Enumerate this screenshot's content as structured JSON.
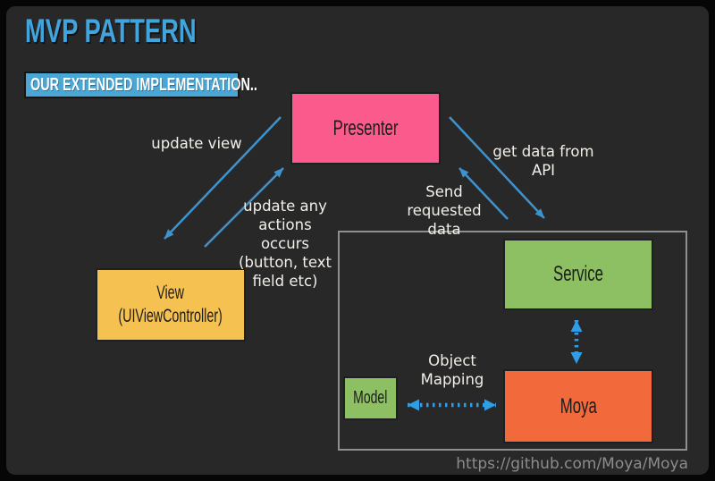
{
  "slide": {
    "title": "MVP PATTERN",
    "subtitle": "OUR EXTENDED IMPLEMENTATION..",
    "footer_url": "https://github.com/Moya/Moya"
  },
  "nodes": {
    "presenter": {
      "label": "Presenter"
    },
    "view": {
      "label": "View\n(UIViewController)"
    },
    "service": {
      "label": "Service"
    },
    "model": {
      "label": "Model"
    },
    "moya": {
      "label": "Moya"
    }
  },
  "edges": {
    "update_view": {
      "label": "update view"
    },
    "update_actions": {
      "label": "update any\nactions occurs\n(button, text\nfield etc)"
    },
    "get_data": {
      "label": "get data from\nAPI"
    },
    "send_data": {
      "label": "Send\nrequested data"
    },
    "object_mapping": {
      "label": "Object\nMapping"
    }
  },
  "colors": {
    "background": "#282828",
    "title_blue": "#41a4dd",
    "subtitle_bg": "#4aa6d5",
    "presenter_pink": "#fb5a8d",
    "view_yellow": "#f5c150",
    "node_green": "#8cc063",
    "moya_orange": "#f2693b",
    "arrow_blue": "#3e93ce",
    "dotted_arrow_blue": "#2e9fe6",
    "group_border": "#8f8f8f",
    "label_text": "#f2eee8",
    "url_gray": "#8c8c8c"
  }
}
